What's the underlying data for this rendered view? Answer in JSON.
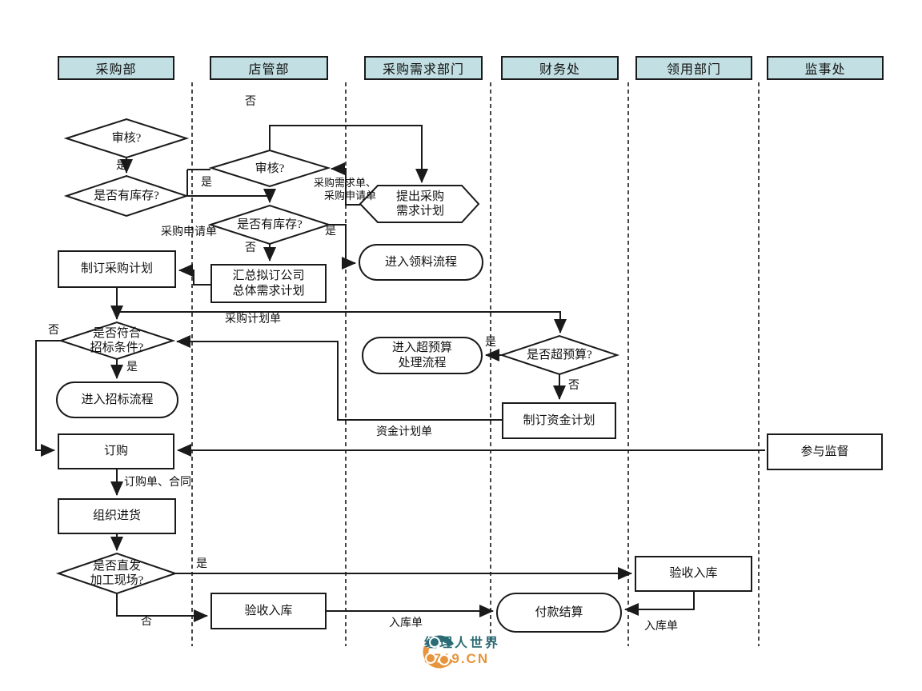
{
  "lanes": [
    {
      "label": "采购部"
    },
    {
      "label": "店管部"
    },
    {
      "label": "采购需求部门"
    },
    {
      "label": "财务处"
    },
    {
      "label": "领用部门"
    },
    {
      "label": "监事处"
    }
  ],
  "nodes": {
    "review1": {
      "label": "审核?"
    },
    "stock1": {
      "label": "是否有库存?"
    },
    "make_purchase_plan": {
      "label": "制订采购计划"
    },
    "bid_check": {
      "label": "是否符合\n招标条件?"
    },
    "bid_process": {
      "label": "进入招标流程"
    },
    "order": {
      "label": "订购"
    },
    "organize_delivery": {
      "label": "组织进货"
    },
    "direct_check": {
      "label": "是否直发\n加工现场?"
    },
    "review2": {
      "label": "审核?"
    },
    "stock2": {
      "label": "是否有库存?"
    },
    "summary_plan": {
      "label": "汇总拟订公司\n总体需求计划"
    },
    "warehouse_store": {
      "label": "验收入库"
    },
    "propose_demand": {
      "label": "提出采购\n需求计划"
    },
    "material_process": {
      "label": "进入领料流程"
    },
    "overbudget_process": {
      "label": "进入超预算\n处理流程"
    },
    "overbudget_check": {
      "label": "是否超预算?"
    },
    "fund_plan": {
      "label": "制订资金计划"
    },
    "payment": {
      "label": "付款结算"
    },
    "warehouse_use": {
      "label": "验收入库"
    },
    "supervision": {
      "label": "参与监督"
    }
  },
  "edge_labels": {
    "no_review2_top": "否",
    "yes_review1": "是",
    "yes_review2": "是",
    "docs_demand": "采购需求单、\n采购申请单",
    "doc_apply": "采购申请单",
    "yes_stock2": "是",
    "no_stock2": "否",
    "doc_purchase_plan": "采购计划单",
    "no_bid": "否",
    "yes_bid": "是",
    "yes_overbudget": "是",
    "no_overbudget": "否",
    "doc_fund_plan": "资金计划单",
    "doc_order_contract": "订购单、合同",
    "yes_direct": "是",
    "no_direct": "否",
    "doc_warehouse_left": "入库单",
    "doc_warehouse_right": "入库单"
  },
  "logo": {
    "name": "经理人世界",
    "site": "3719.CN"
  },
  "colors": {
    "lane_header_fill": "#c2dfe3",
    "line": "#1a1a1a",
    "logo_teal": "#2b6b75",
    "logo_orange": "#e6953d"
  }
}
